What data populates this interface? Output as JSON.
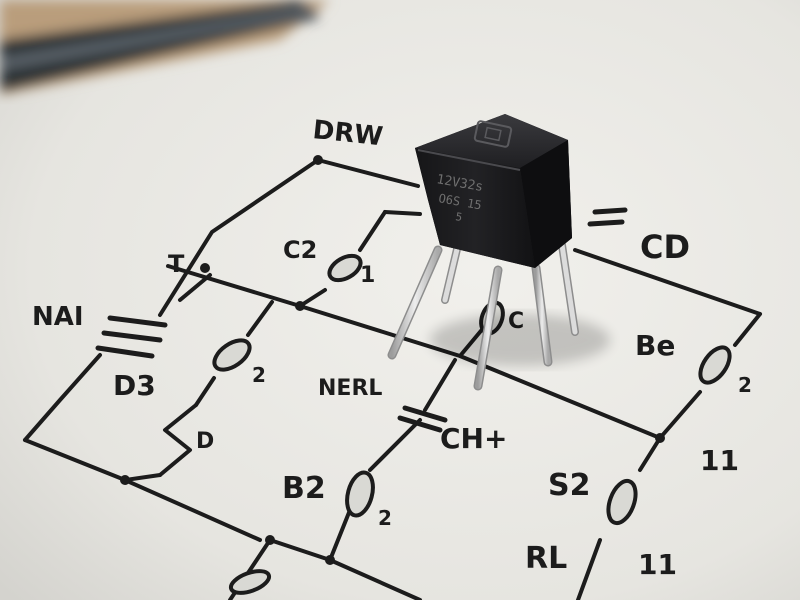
{
  "photo": {
    "subject": "three-lead electronic component on a hand-drawn circuit schematic",
    "colors": {
      "paper": "#ecebe6",
      "ink": "#1c1c1c",
      "chip_body": "#1b1b1d",
      "chip_top": "#2a2a2d",
      "leads": "#c9c9c9",
      "pen_barrel": "#2c3136",
      "desk": "#b99d7b"
    }
  },
  "schematic_labels": {
    "top": "DRW",
    "t_node": "T",
    "nai": "NAI",
    "c2": "C2",
    "cap_mark": "1",
    "d3": "D3",
    "d3_mark": "2",
    "d": "D",
    "nerl": "NERL",
    "ch": "CH+",
    "cd": "CD",
    "be": "Be",
    "be_mark": "2",
    "eleven": "11",
    "b2": "B2",
    "b2_mark": "2",
    "s2": "S2",
    "rl": "RL",
    "rl_mark": "11",
    "c_mark": "C"
  },
  "chip_marking": {
    "line1": "12V32s",
    "line2": "O6S 15",
    "line3": "5"
  }
}
